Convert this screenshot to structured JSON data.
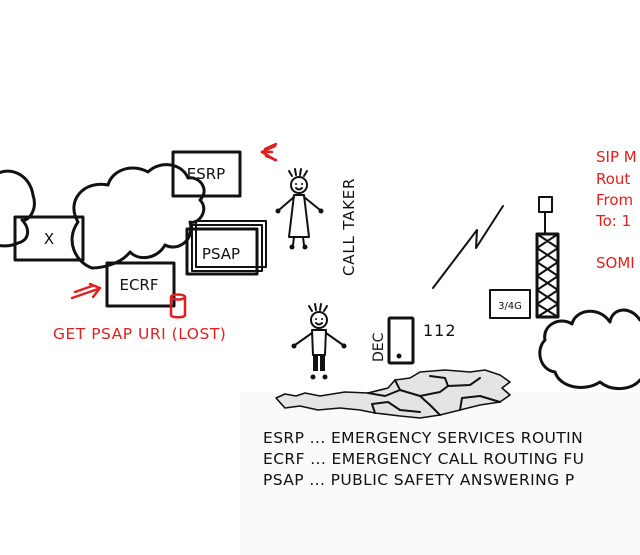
{
  "diagram": {
    "components": {
      "x_box": "X",
      "esrp_box": "ESRP",
      "psap_box": "PSAP",
      "ecrf_box": "ECRF",
      "network_badge": "3/4G"
    },
    "annotations": {
      "get_psap_uri": "GET PSAP URI (LOST)",
      "call_taker": "CALL TAKER",
      "dec": "DEC",
      "dialed_number": "112"
    },
    "sip_message": [
      "SIP M",
      "Rout",
      "From",
      "To: 1",
      "",
      "SOMI"
    ],
    "legend": [
      "ESRP ... EMERGENCY SERVICES ROUTIN",
      "ECRF ... EMERGENCY CALL ROUTING FU",
      "PSAP ... PUBLIC SAFETY ANSWERING P"
    ],
    "colors": {
      "ink": "#111111",
      "highlight": "#e02020",
      "map_fill": "#e4e4e4"
    }
  }
}
